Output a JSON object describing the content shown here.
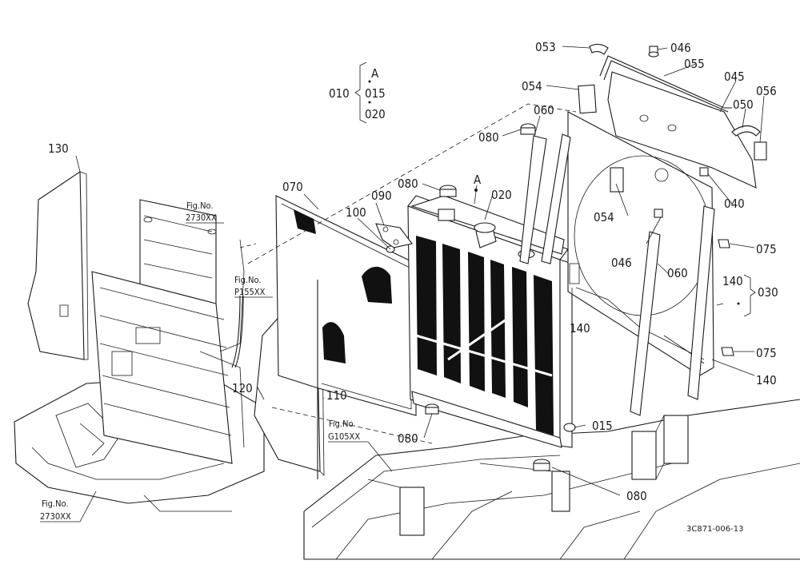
{
  "drawing_code": "3C871-006-13",
  "group": {
    "parent": "010",
    "ref": "A",
    "children": [
      "015",
      "020"
    ]
  },
  "group2": {
    "parent": "030",
    "children": [
      "140"
    ]
  },
  "callouts": {
    "c130": "130",
    "c070": "070",
    "c090": "090",
    "c100": "100",
    "c080a": "080",
    "c080b": "080",
    "c080c": "080",
    "c080d": "080",
    "c020": "020",
    "c060a": "060",
    "c060b": "060",
    "c053": "053",
    "c054a": "054",
    "c054b": "054",
    "c046a": "046",
    "c046b": "046",
    "c055": "055",
    "c045": "045",
    "c050": "050",
    "c056": "056",
    "c040": "040",
    "c075a": "075",
    "c075b": "075",
    "c140a": "140",
    "c140b": "140",
    "c015": "015",
    "c110": "110",
    "c120": "120",
    "cA": "A"
  },
  "fig_refs": {
    "f1_line1": "Fig.No.",
    "f1_line2": "2730XX",
    "f2_line1": "Fig.No.",
    "f2_line2": "P155XX",
    "f3_line1": "Fig.No.",
    "f3_line2": "G105XX",
    "f4_line1": "Fig.No.",
    "f4_line2": "2730XX"
  }
}
